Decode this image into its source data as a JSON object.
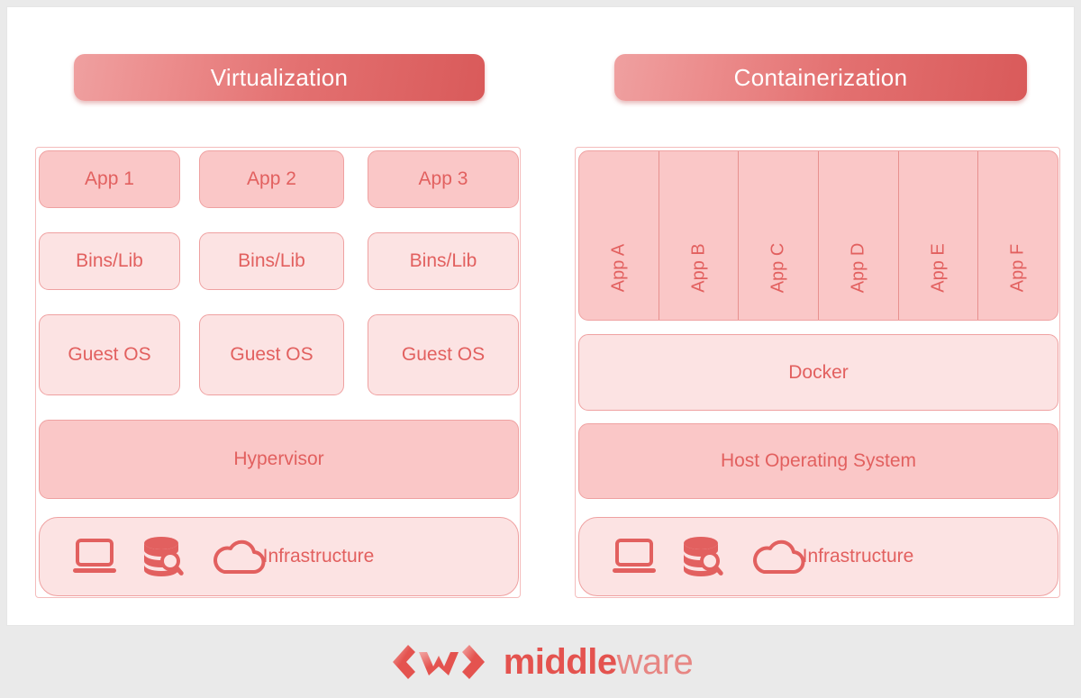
{
  "virtualization": {
    "header": "Virtualization",
    "apps": [
      "App 1",
      "App 2",
      "App 3"
    ],
    "bins": [
      "Bins/Lib",
      "Bins/Lib",
      "Bins/Lib"
    ],
    "guest_os": [
      "Guest OS",
      "Guest OS",
      "Guest OS"
    ],
    "hypervisor": "Hypervisor",
    "infrastructure": "Infrastructure",
    "infrastructure_icons": [
      "laptop-icon",
      "database-search-icon",
      "cloud-icon"
    ]
  },
  "containerization": {
    "header": "Containerization",
    "apps": [
      "App A",
      "App B",
      "App C",
      "App D",
      "App E",
      "App F"
    ],
    "docker": "Docker",
    "host_os": "Host Operating System",
    "infrastructure": "Infrastructure",
    "infrastructure_icons": [
      "laptop-icon",
      "database-search-icon",
      "cloud-icon"
    ]
  },
  "footer": {
    "logo_mark": "logo-mark-icon",
    "brand_bold": "middle",
    "brand_light": "ware"
  },
  "colors": {
    "accent_red": "#e2605f",
    "header_gradient_start": "#efa0a0",
    "header_gradient_end": "#d95a5a",
    "fill_dark": "#fac7c7",
    "fill_light": "#fce3e3",
    "border_pink": "#efa1a1",
    "page_background": "#eaeaea",
    "card_background": "#ffffff"
  }
}
